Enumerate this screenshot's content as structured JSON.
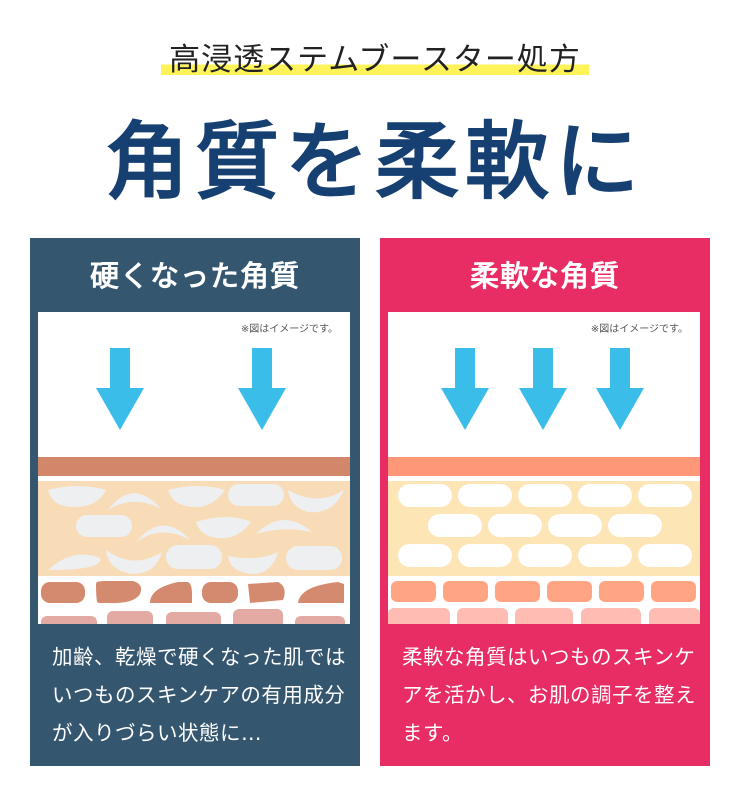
{
  "subtitle": "高浸透ステムブースター処方",
  "headline": "角質を柔軟に",
  "panels": [
    {
      "title": "硬くなった角質",
      "note": "※図はイメージです。",
      "description": "加齢、乾燥で硬くなった肌ではいつものスキンケアの有用成分が入りづらい状態に…",
      "color": "#34566f"
    },
    {
      "title": "柔軟な角質",
      "note": "※図はイメージです。",
      "description": "柔軟な角質はいつものスキンケアを活かし、お肌の調子を整えます。",
      "color": "#e72d63"
    }
  ]
}
